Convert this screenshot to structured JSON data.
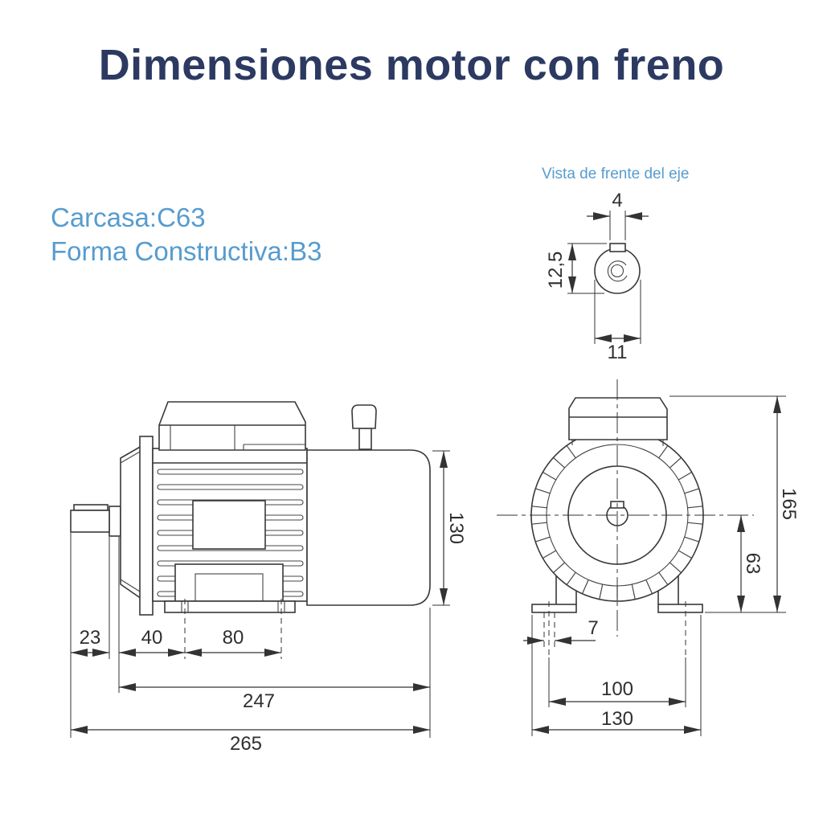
{
  "title": "Dimensiones motor con freno",
  "specs": {
    "housing_label": "Carcasa:",
    "housing_value": "C63",
    "mounting_label": "Forma Constructiva:",
    "mounting_value": "B3"
  },
  "shaft_front_view": {
    "caption": "Vista de frente del eje",
    "key_width": "4",
    "key_depth": "12,5",
    "shaft_diameter": "11"
  },
  "side_view": {
    "shaft_length": "23",
    "shaft_to_foot_hole": "40",
    "foot_hole_spacing": "80",
    "body_length": "247",
    "overall_length": "265",
    "brake_housing_height": "130"
  },
  "front_view": {
    "overall_height": "165",
    "shaft_center_height": "63",
    "foot_slot_width": "7",
    "foot_hole_spacing": "100",
    "foot_overall_width": "130"
  },
  "colors": {
    "title": "#2c3a62",
    "accent": "#579ccf",
    "line": "#383838"
  }
}
